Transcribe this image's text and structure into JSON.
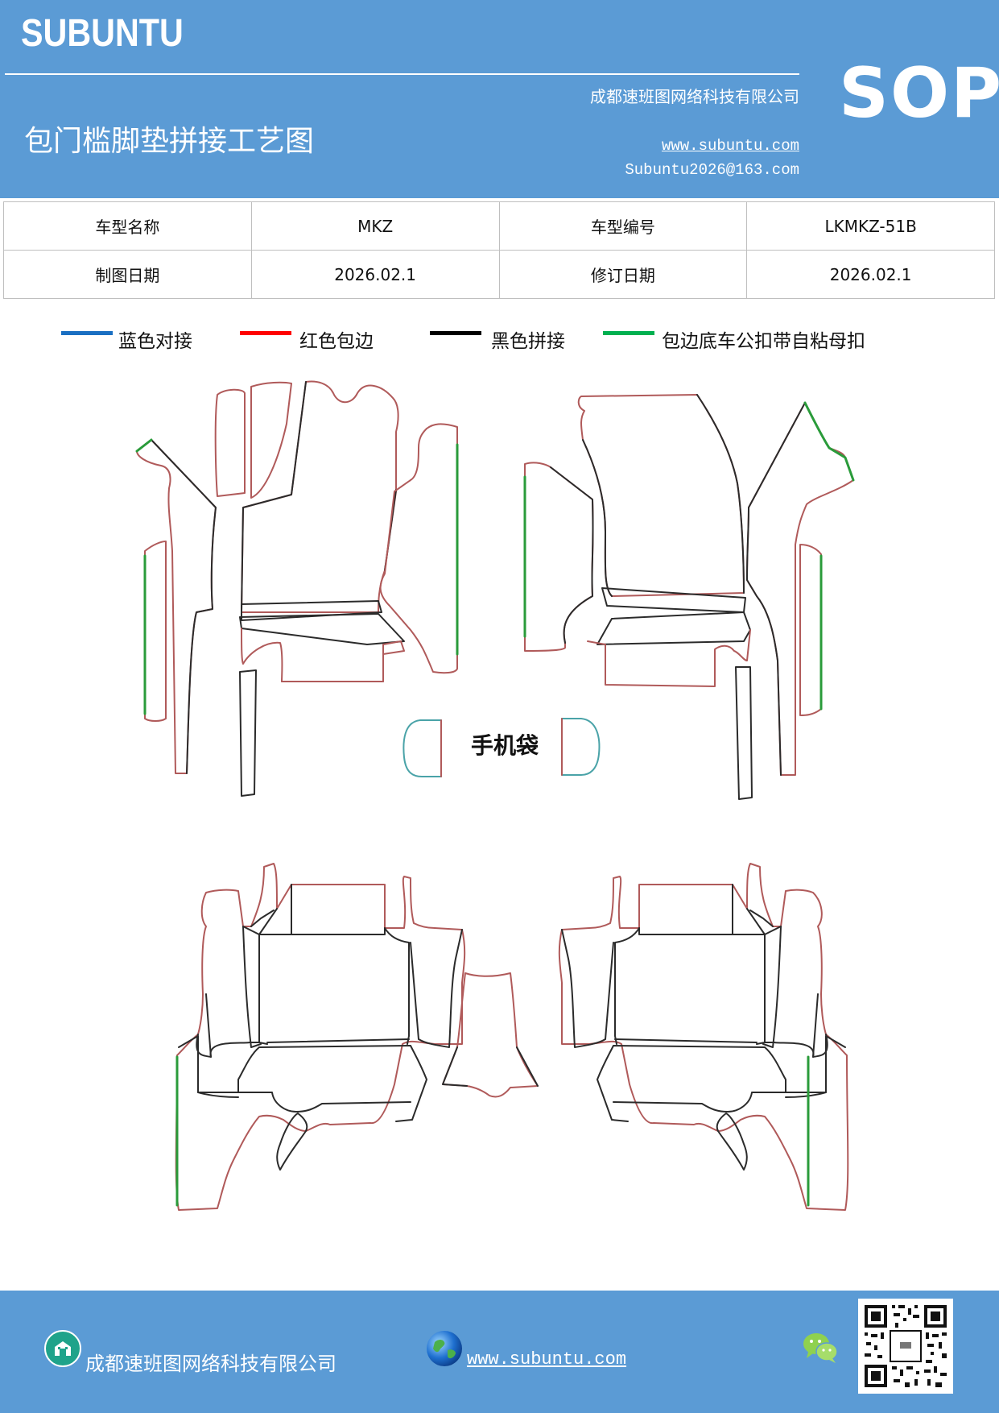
{
  "header": {
    "brand": "SUBUNTU",
    "company": "成都速班图网络科技有限公司",
    "title": "包门槛脚垫拼接工艺图",
    "website": "www.subuntu.com",
    "email": "Subuntu2026@163.com",
    "badge": "SOP"
  },
  "info_table": {
    "model_name_label": "车型名称",
    "model_name_value": "MKZ",
    "model_code_label": "车型编号",
    "model_code_value": "LKMKZ-51B",
    "draw_date_label": "制图日期",
    "draw_date_value": "2026.02.1",
    "revise_date_label": "修订日期",
    "revise_date_value": "2026.02.1"
  },
  "legend": [
    {
      "label": "蓝色对接",
      "color": "#1a6fc2"
    },
    {
      "label": "红色包边",
      "color": "#ff0000"
    },
    {
      "label": "黑色拼接",
      "color": "#000000"
    },
    {
      "label": "包边底车公扣带自粘母扣",
      "color": "#00b050"
    }
  ],
  "diagram": {
    "phone_bag_label": "手机袋",
    "edge_color": "#b05a5a",
    "seam_color": "#2b2b2b",
    "green_color": "#2a9b3a",
    "teal_color": "#4aa3a8"
  },
  "footer": {
    "company": "成都速班图网络科技有限公司",
    "website": "www.subuntu.com",
    "icons": [
      "building-icon",
      "globe-icon",
      "wechat-icon",
      "qr-code"
    ]
  }
}
